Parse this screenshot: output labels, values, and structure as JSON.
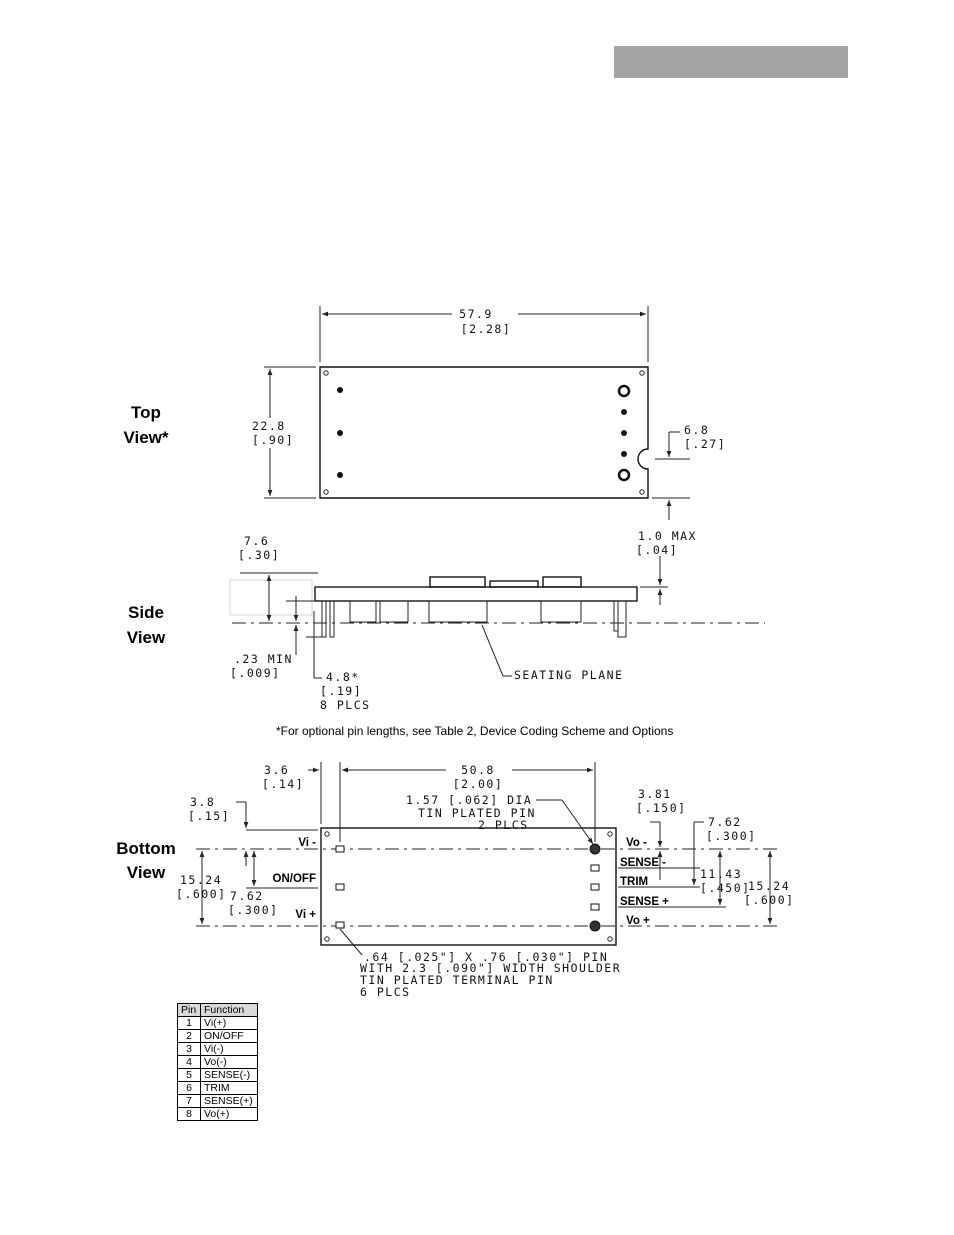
{
  "header": {
    "bar_color": "#a5a5a5"
  },
  "views": {
    "top": {
      "label_line1": "Top",
      "label_line2": "View*"
    },
    "side": {
      "label_line1": "Side",
      "label_line2": "View"
    },
    "bottom": {
      "label_line1": "Bottom",
      "label_line2": "View"
    }
  },
  "top_view": {
    "width": {
      "mm": "57.9",
      "in": "[2.28]"
    },
    "height": {
      "mm": "22.8",
      "in": "[.90]"
    },
    "notch": {
      "mm": "6.8",
      "in": "[.27]"
    }
  },
  "side_view": {
    "height": {
      "mm": "7.6",
      "in": "[.30]"
    },
    "max_clear": {
      "mm": "1.0 MAX",
      "in": "[.04]"
    },
    "min_clear": {
      "mm": ".23 MIN",
      "in": "[.009]"
    },
    "pin_len": {
      "mm": "4.8*",
      "in": "[.19]",
      "qty": "8 PLCS"
    },
    "seating_plane": "SEATING PLANE"
  },
  "footnote": "*For optional pin lengths, see Table 2, Device Coding Scheme and Options",
  "bottom_view": {
    "offset_top": {
      "mm": "3.6",
      "in": "[.14]"
    },
    "pin_span": {
      "mm": "50.8",
      "in": "[2.00]"
    },
    "offset_left": {
      "mm": "3.8",
      "in": "[.15]"
    },
    "big_pin": {
      "line1": "1.57 [.062] DIA",
      "line2": "TIN PLATED PIN",
      "line3": "2 PLCS"
    },
    "right_top": {
      "mm": "3.81",
      "in": "[.150]"
    },
    "right_mid": {
      "mm": "7.62",
      "in": "[.300]"
    },
    "right_low": {
      "mm": "11.43",
      "in": "[.450]"
    },
    "right_span": {
      "mm": "15.24",
      "in": "[.600]"
    },
    "left_span": {
      "mm": "15.24",
      "in": "[.600]"
    },
    "left_mid": {
      "mm": "7.62",
      "in": "[.300]"
    },
    "pins_left": [
      "Vi -",
      "ON/OFF",
      "Vi +"
    ],
    "pins_right": [
      "Vo -",
      "SENSE -",
      "TRIM",
      "SENSE +",
      "Vo +"
    ],
    "terminal": {
      "line1": ".64 [.025\"]  X .76 [.030\"] PIN",
      "line2": "WITH 2.3 [.090\"] WIDTH SHOULDER",
      "line3": "TIN PLATED TERMINAL PIN",
      "line4": "6 PLCS"
    }
  },
  "pin_table": {
    "headers": [
      "Pin",
      "Function"
    ],
    "rows": [
      [
        "1",
        "Vi(+)"
      ],
      [
        "2",
        "ON/OFF"
      ],
      [
        "3",
        "Vi(-)"
      ],
      [
        "4",
        "Vo(-)"
      ],
      [
        "5",
        "SENSE(-)"
      ],
      [
        "6",
        "TRIM"
      ],
      [
        "7",
        "SENSE(+)"
      ],
      [
        "8",
        "Vo(+)"
      ]
    ]
  }
}
